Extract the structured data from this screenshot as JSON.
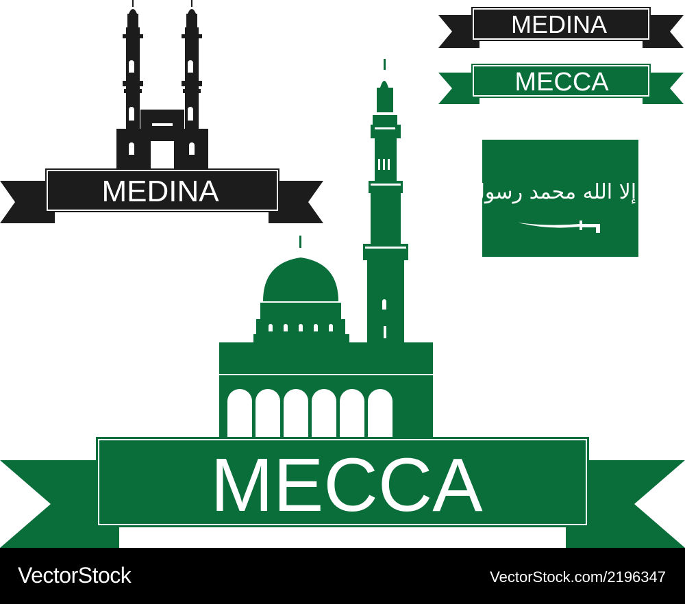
{
  "colors": {
    "green": "#0a6e3a",
    "black": "#1c1c1c",
    "white": "#ffffff",
    "footer": "#000000"
  },
  "medina_icon": {
    "banner_label": "MEDINA"
  },
  "small_banners": [
    {
      "label": "MEDINA",
      "color": "black"
    },
    {
      "label": "MECCA",
      "color": "green"
    }
  ],
  "flag": {
    "name": "saudi-flag",
    "inscription": "لا إله إلا الله محمد رسول الله"
  },
  "mecca_icon": {
    "banner_label": "MECCA"
  },
  "footer": {
    "brand": "VectorStock",
    "image_id": "VectorStock.com/2196347"
  }
}
